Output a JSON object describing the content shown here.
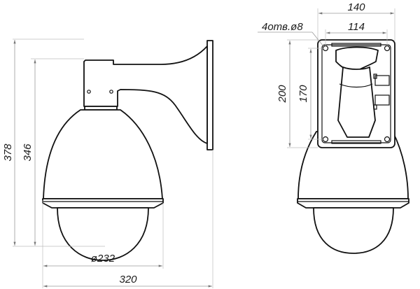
{
  "drawing": {
    "subject": "Dome camera with wall-mount bracket",
    "side_view": {
      "dimensions": {
        "total_height": "378",
        "dome_height": "346",
        "dome_diameter": "ø232",
        "total_depth": "320"
      }
    },
    "back_view": {
      "dimensions": {
        "plate_width": "140",
        "hole_spacing_width": "114",
        "plate_height": "200",
        "hole_spacing_height": "170",
        "mounting_holes": "4отв.ø8"
      }
    },
    "colors": {
      "outline": "#111111",
      "dimension_line": "#9a9a9a",
      "background": "#ffffff"
    }
  }
}
